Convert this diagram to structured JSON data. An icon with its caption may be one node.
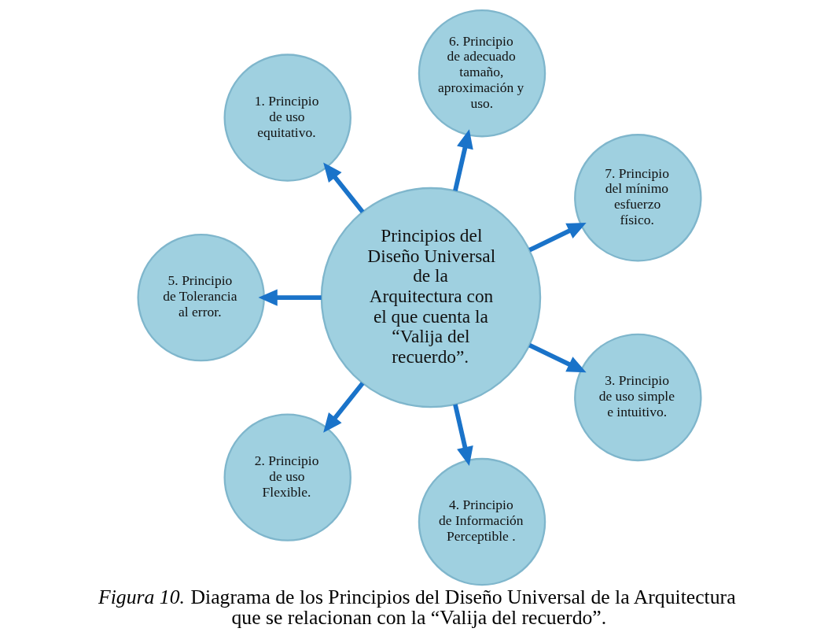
{
  "diagram": {
    "caption": "*Figura 10.*  Diagrama de los Principios del Diseño Universal de la Arquitectura que se relacionan con la “Valija del recuerdo”.",
    "nodes": [
      {
        "text": [
          "7. Principio del mínimo esfuerzo físico."
        ]
      },
      {
        "text": [
          "6. Principio de adecuado tamaño, aproximación y uso."
        ]
      },
      {
        "text": [
          "1. Principio de uso equitativo."
        ]
      },
      {
        "text": [
          "Principios del Diseño Universal  de la Arquitectura con el que cuenta la “Valija del recuerdo”."
        ]
      },
      {
        "text": [
          "5. Principio de Tolerancia al error."
        ]
      },
      {
        "text": [
          "2. Principio de uso Flexible."
        ]
      },
      {
        "text": [
          "4. Principio de Información Perceptible ."
        ]
      },
      {
        "text": [
          "3. Principio de uso simple e intuitivo."
        ]
      }
    ],
    "edges": [
      {
        "from": 3,
        "to": 2,
        "arrow": "to"
      },
      {
        "from": 3,
        "to": 5,
        "arrow": "to"
      },
      {
        "from": 3,
        "to": 7,
        "arrow": "to"
      },
      {
        "from": 3,
        "to": 6,
        "arrow": "to"
      },
      {
        "from": 3,
        "to": 4,
        "arrow": "to"
      },
      {
        "from": 3,
        "to": 1,
        "arrow": "to"
      },
      {
        "from": 3,
        "to": 0,
        "arrow": "to"
      }
    ]
  }
}
